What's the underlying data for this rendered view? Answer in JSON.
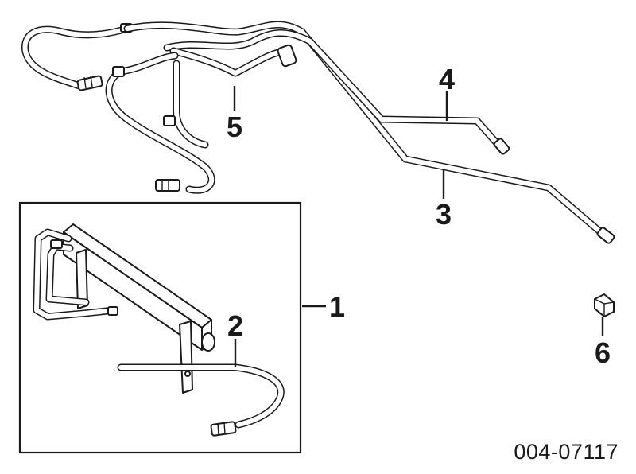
{
  "callouts": {
    "c1": "1",
    "c2": "2",
    "c3": "3",
    "c4": "4",
    "c5": "5",
    "c6": "6"
  },
  "diagram_code": "004-07117",
  "colors": {
    "line": "#1a1a1a",
    "background": "#ffffff"
  }
}
